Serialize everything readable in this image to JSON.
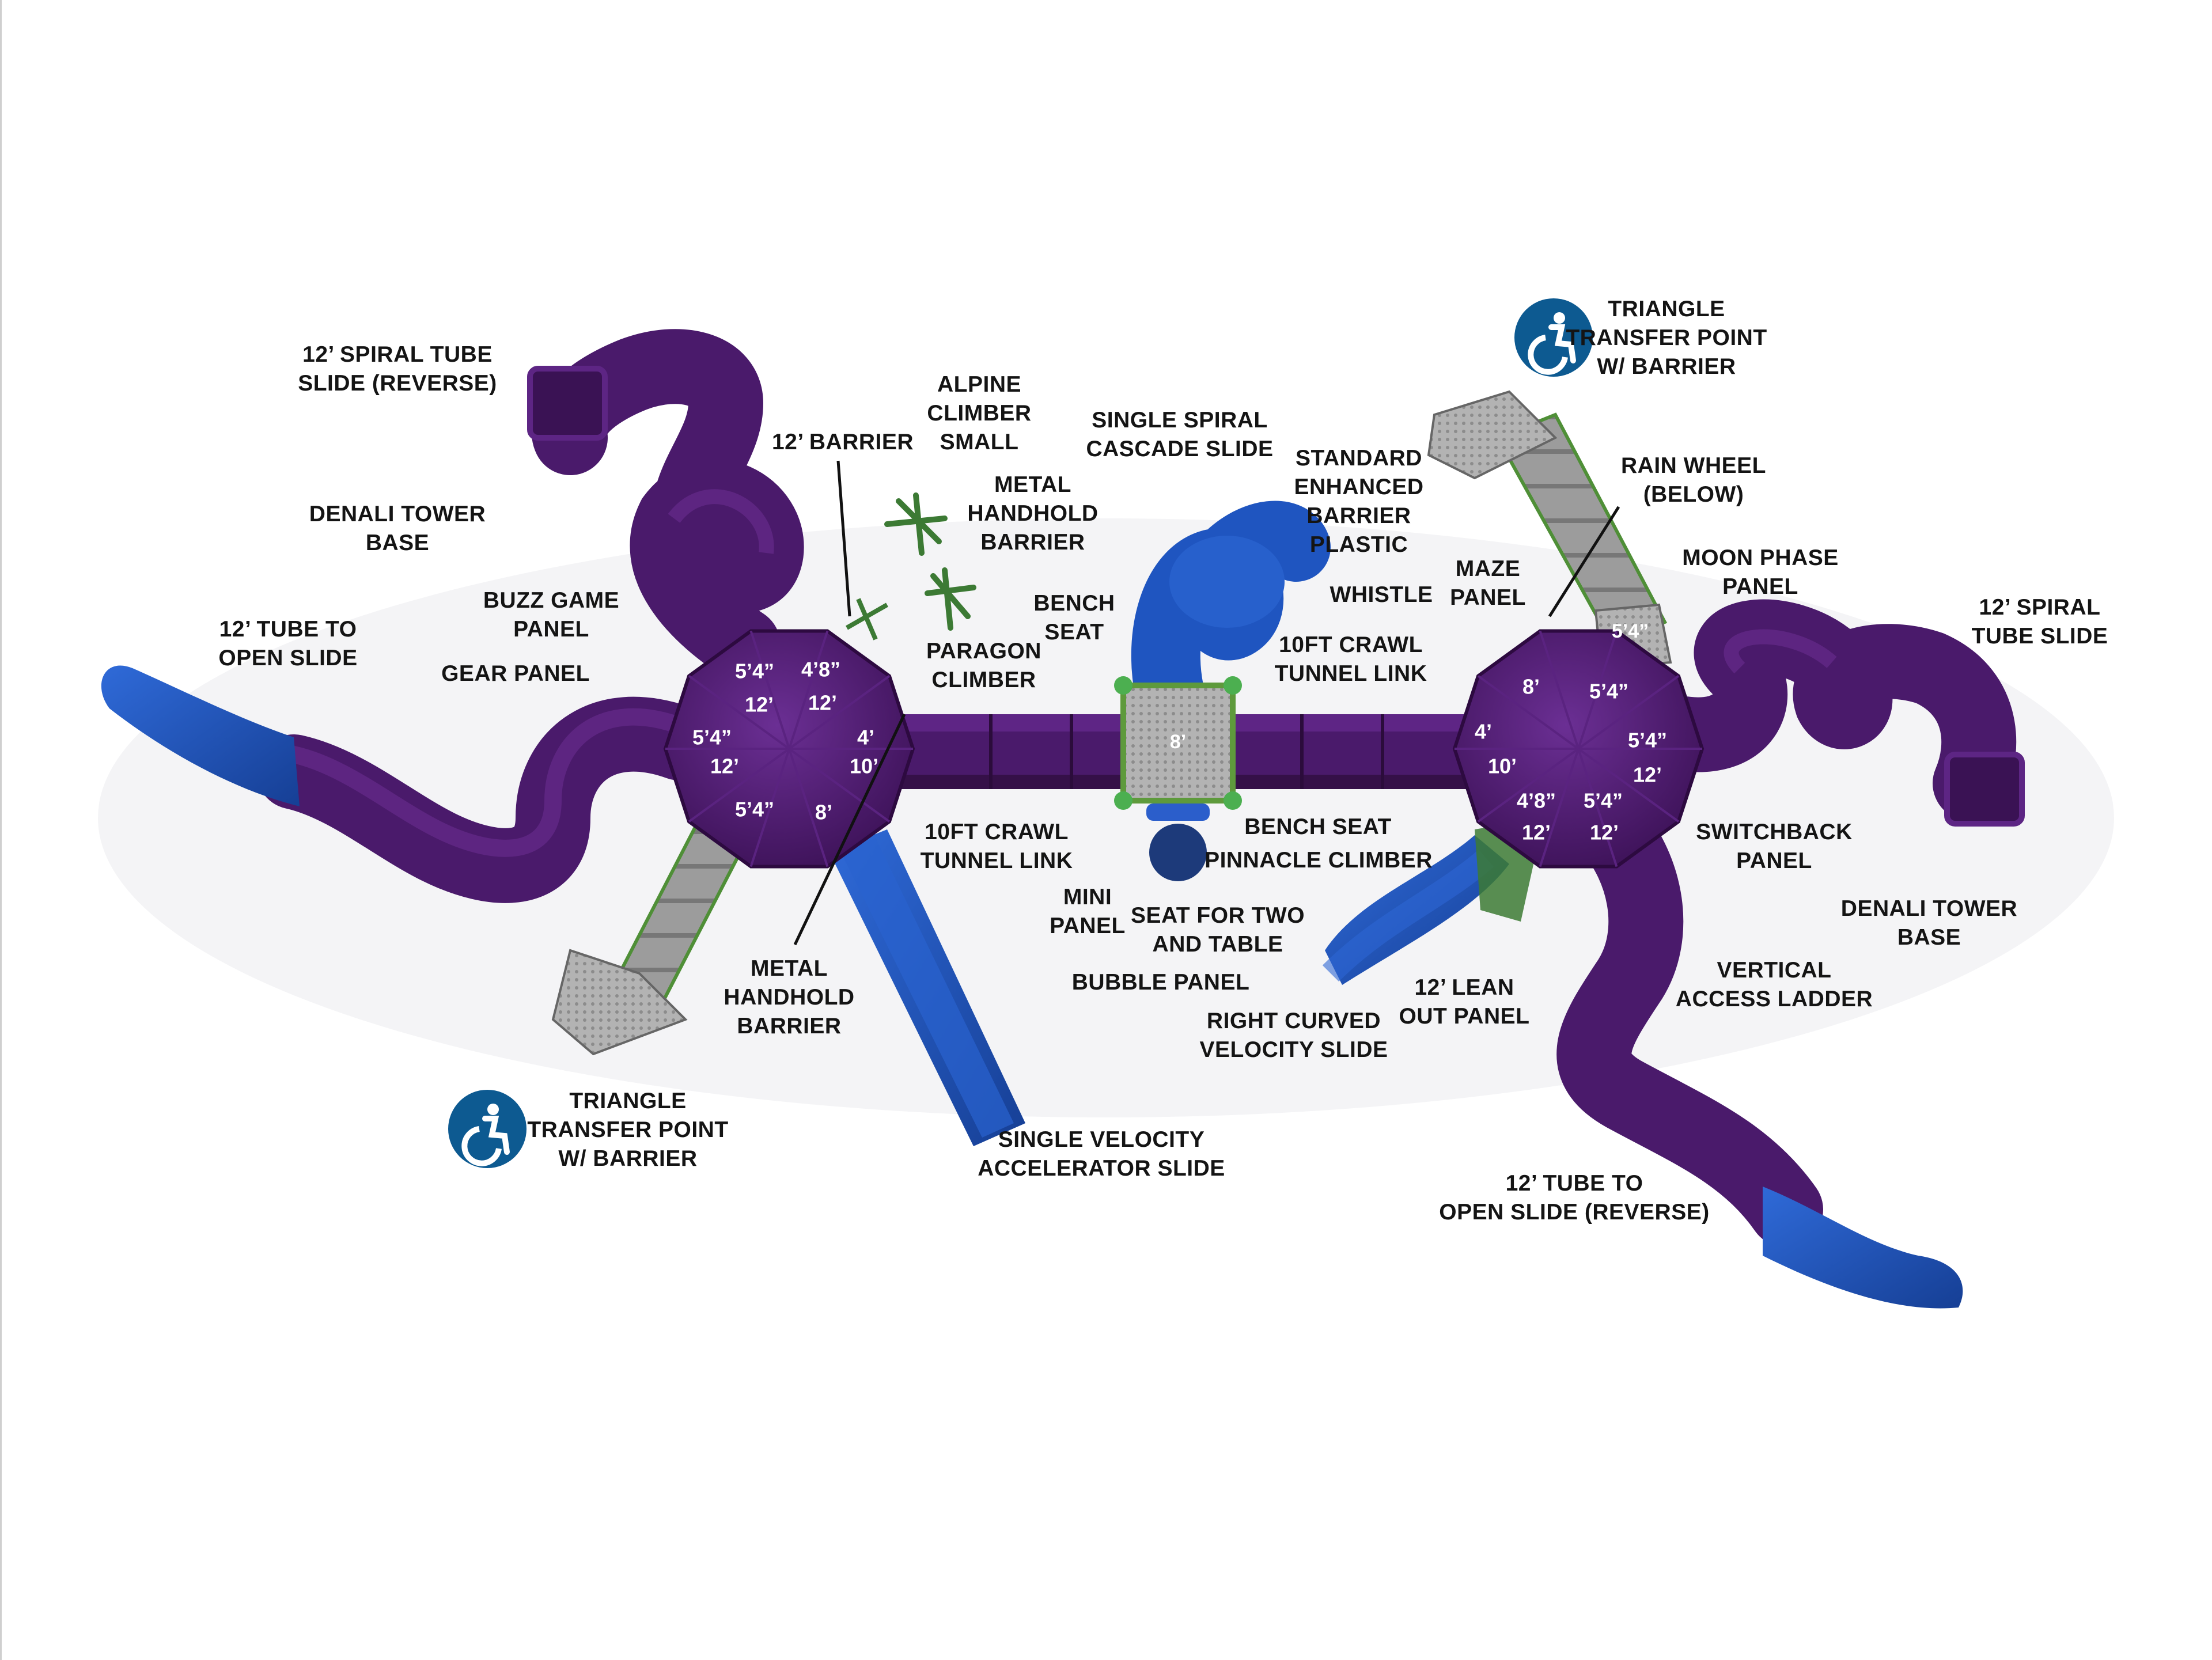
{
  "colors": {
    "tube": "#4a1a6b",
    "tube_dark": "#351048",
    "tube_light": "#6a2d8f",
    "hub": "#4d1c70",
    "slide": "#1f55c0",
    "slide_dark": "#163f95",
    "deck": "#a9a9a9",
    "deck_edge": "#5e9a3c",
    "climber": "#3c7a34",
    "badge": "#0d5a91",
    "label": "#141414"
  },
  "accessibility_icon": "wheelchair-accessibility-icon",
  "labels": [
    {
      "id": "spiral-tube-slide-reverse",
      "lines": [
        "12’ SPIRAL TUBE",
        "SLIDE (REVERSE)"
      ]
    },
    {
      "id": "denali-tower-base-left",
      "lines": [
        "DENALI TOWER",
        "BASE"
      ]
    },
    {
      "id": "buzz-game-panel",
      "lines": [
        "BUZZ GAME",
        "PANEL"
      ]
    },
    {
      "id": "tube-to-open-slide",
      "lines": [
        "12’ TUBE TO",
        "OPEN SLIDE"
      ]
    },
    {
      "id": "gear-panel",
      "lines": [
        "GEAR PANEL"
      ]
    },
    {
      "id": "barrier-12",
      "lines": [
        "12’ BARRIER"
      ]
    },
    {
      "id": "alpine-climber-small",
      "lines": [
        "ALPINE",
        "CLIMBER",
        "SMALL"
      ]
    },
    {
      "id": "metal-handhold-barrier-top",
      "lines": [
        "METAL",
        "HANDHOLD",
        "BARRIER"
      ]
    },
    {
      "id": "paragon-climber",
      "lines": [
        "PARAGON",
        "CLIMBER"
      ]
    },
    {
      "id": "single-spiral-cascade-slide",
      "lines": [
        "SINGLE SPIRAL",
        "CASCADE SLIDE"
      ]
    },
    {
      "id": "bench-seat-top",
      "lines": [
        "BENCH",
        "SEAT"
      ]
    },
    {
      "id": "standard-enhanced-barrier-plastic",
      "lines": [
        "STANDARD",
        "ENHANCED",
        "BARRIER",
        "PLASTIC"
      ]
    },
    {
      "id": "whistle",
      "lines": [
        "WHISTLE"
      ]
    },
    {
      "id": "crawl-tunnel-link-top",
      "lines": [
        "10FT CRAWL",
        "TUNNEL LINK"
      ]
    },
    {
      "id": "maze-panel",
      "lines": [
        "MAZE",
        "PANEL"
      ]
    },
    {
      "id": "triangle-transfer-top",
      "lines": [
        "TRIANGLE",
        "TRANSFER POINT",
        "W/ BARRIER"
      ]
    },
    {
      "id": "rain-wheel",
      "lines": [
        "RAIN WHEEL",
        "(BELOW)"
      ]
    },
    {
      "id": "moon-phase-panel",
      "lines": [
        "MOON PHASE",
        "PANEL"
      ]
    },
    {
      "id": "spiral-tube-slide",
      "lines": [
        "12’ SPIRAL",
        "TUBE SLIDE"
      ]
    },
    {
      "id": "crawl-tunnel-link-bottom",
      "lines": [
        "10FT CRAWL",
        "TUNNEL LINK"
      ]
    },
    {
      "id": "metal-handhold-barrier-bottom",
      "lines": [
        "METAL",
        "HANDHOLD",
        "BARRIER"
      ]
    },
    {
      "id": "mini-panel",
      "lines": [
        "MINI",
        "PANEL"
      ]
    },
    {
      "id": "seat-for-two-and-table",
      "lines": [
        "SEAT FOR TWO",
        "AND TABLE"
      ]
    },
    {
      "id": "bench-seat-bottom",
      "lines": [
        "BENCH SEAT"
      ]
    },
    {
      "id": "pinnacle-climber",
      "lines": [
        "PINNACLE CLIMBER"
      ]
    },
    {
      "id": "bubble-panel",
      "lines": [
        "BUBBLE PANEL"
      ]
    },
    {
      "id": "right-curved-velocity-slide",
      "lines": [
        "RIGHT CURVED",
        "VELOCITY SLIDE"
      ]
    },
    {
      "id": "lean-out-panel",
      "lines": [
        "12’ LEAN",
        "OUT PANEL"
      ]
    },
    {
      "id": "switchback-panel",
      "lines": [
        "SWITCHBACK",
        "PANEL"
      ]
    },
    {
      "id": "denali-tower-base-right",
      "lines": [
        "DENALI TOWER",
        "BASE"
      ]
    },
    {
      "id": "vertical-access-ladder",
      "lines": [
        "VERTICAL",
        "ACCESS LADDER"
      ]
    },
    {
      "id": "triangle-transfer-bottom",
      "lines": [
        "TRIANGLE",
        "TRANSFER POINT",
        "W/ BARRIER"
      ]
    },
    {
      "id": "single-velocity-accelerator-slide",
      "lines": [
        "SINGLE VELOCITY",
        "ACCELERATOR SLIDE"
      ]
    },
    {
      "id": "tube-to-open-slide-reverse",
      "lines": [
        "12’ TUBE TO",
        "OPEN SLIDE (REVERSE)"
      ]
    }
  ],
  "left_hub_heights": [
    "5’4”",
    "4’8”",
    "12’",
    "12’",
    "5’4”",
    "4’",
    "12’",
    "10’",
    "5’4”",
    "8’"
  ],
  "right_hub_heights": [
    "8’",
    "5’4”",
    "4’",
    "5’4”",
    "10’",
    "12’",
    "4’8”",
    "5’4”",
    "12’",
    "12’"
  ],
  "center_deck_height": "8’",
  "transfer_deck_height": "5’4”"
}
